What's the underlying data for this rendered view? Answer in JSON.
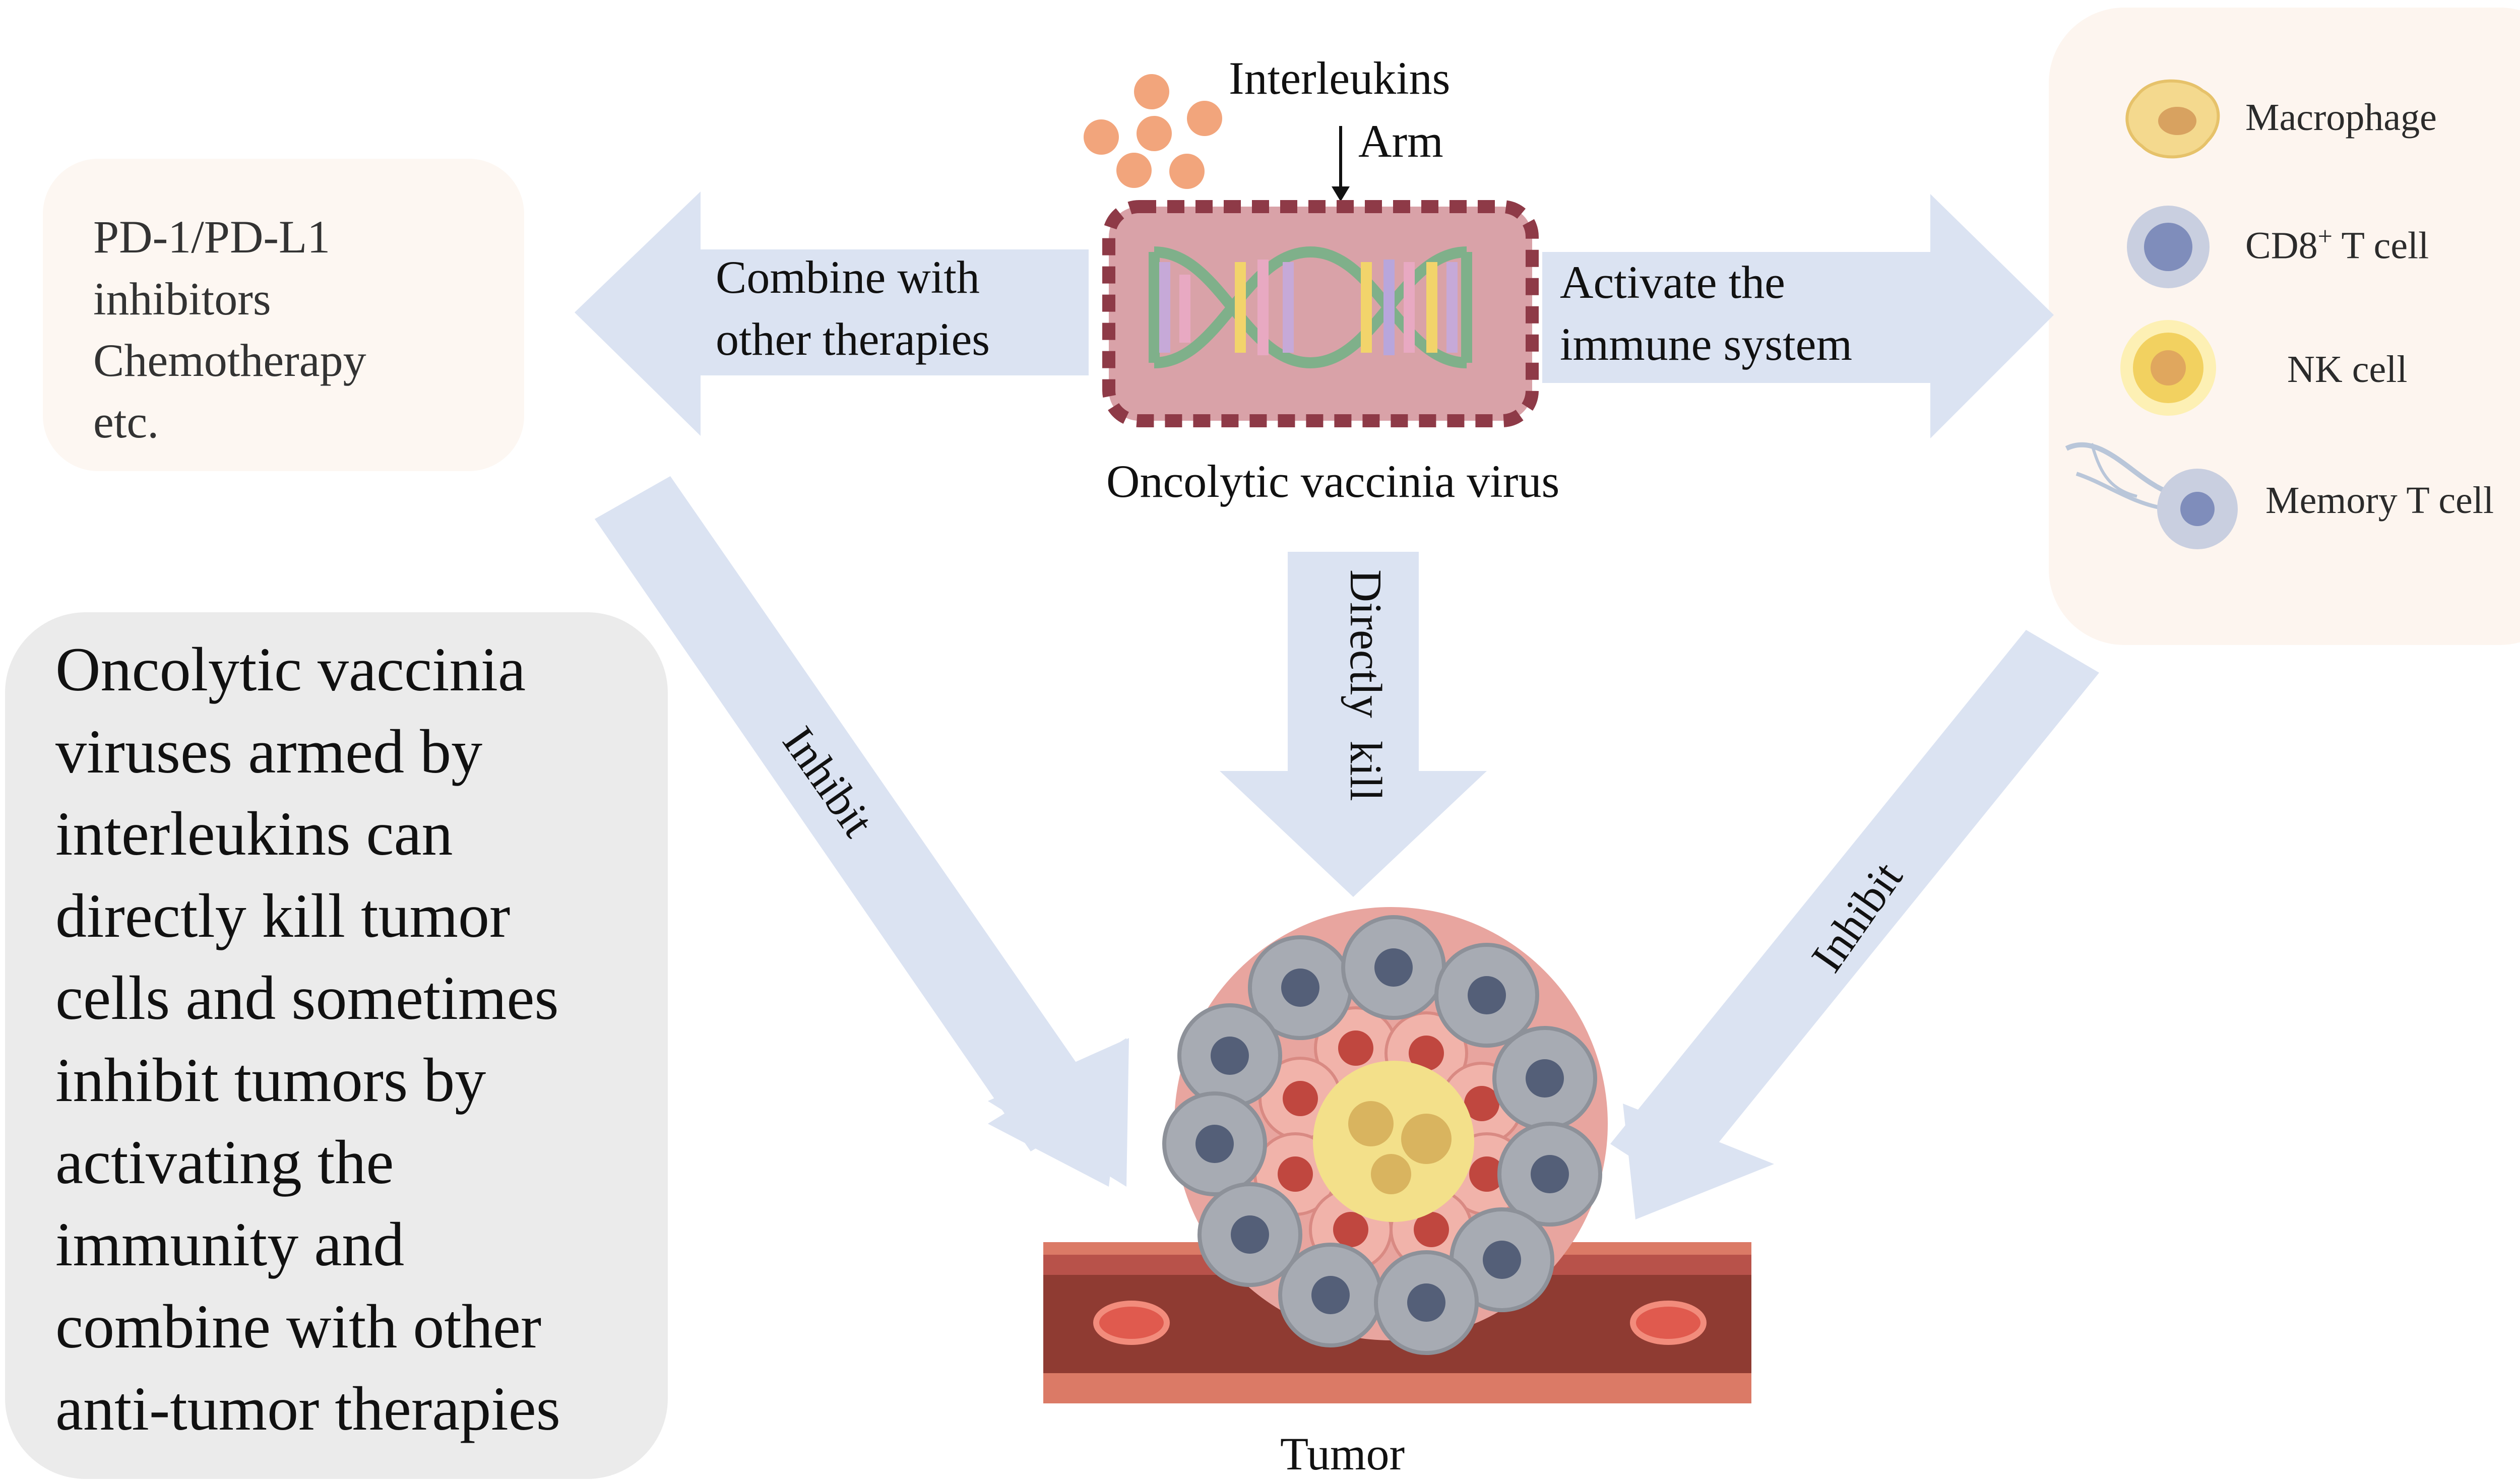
{
  "figure": {
    "center": {
      "interleukins_label": "Interleukins",
      "arm_label": "Arm",
      "virus_label": "Oncolytic vaccinia virus"
    },
    "left_arrow_label": [
      "Combine with",
      "other therapies"
    ],
    "right_arrow_label": [
      "Activate the",
      "immune system"
    ],
    "down_arrow_label": "Directly  kill",
    "inhibit_left_label": "Inhibit",
    "inhibit_right_label": "Inhibit",
    "therapies_box": {
      "lines": [
        "PD-1/PD-L1",
        "inhibitors",
        "Chemotherapy",
        "etc."
      ]
    },
    "immune_box": {
      "items": [
        {
          "label": "Macrophage",
          "icon": "macrophage-icon"
        },
        {
          "label": "CD8",
          "superscript": "+",
          "suffix": " T cell",
          "icon": "cd8-t-cell-icon"
        },
        {
          "label": "NK cell",
          "icon": "nk-cell-icon"
        },
        {
          "label": "Memory T cell",
          "icon": "memory-t-cell-icon"
        }
      ]
    },
    "summary_box": {
      "lines": [
        "Oncolytic vaccinia",
        "viruses armed by",
        "interleukins can",
        "directly kill tumor",
        "cells and sometimes",
        "inhibit tumors by",
        "activating the",
        "immunity and",
        "combine with other",
        "anti-tumor therapies"
      ]
    },
    "tumor_label": "Tumor",
    "colors": {
      "arrow": "#dbe3f2",
      "therapies_box": "#fdf7f2",
      "immune_box": "#fdf6f0",
      "summary_box": "#ececec",
      "virus_fill": "#d9a2a8",
      "virus_border": "#8e3a47",
      "vessel_dark": "#8f3b32",
      "vessel_light": "#db7a66",
      "tumor_gray": "#a7abb3",
      "tumor_pink": "#e8a59f",
      "tumor_core": "#f1d873"
    }
  }
}
